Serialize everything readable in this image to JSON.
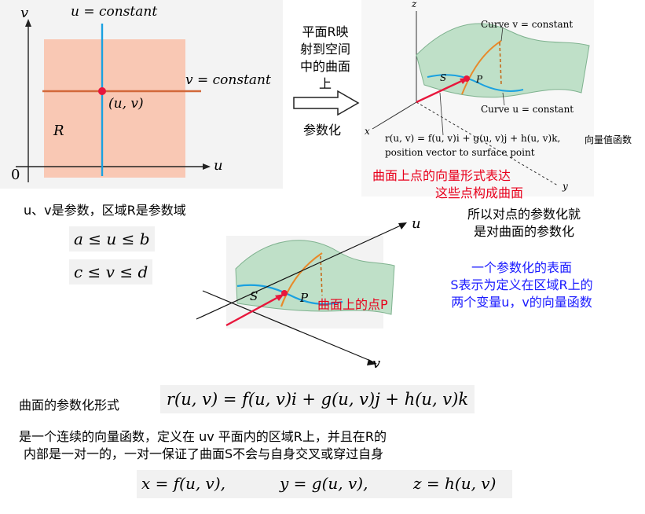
{
  "uv_diagram": {
    "axis_v": "v",
    "axis_u": "u",
    "origin": "0",
    "u_const": "u = constant",
    "v_const": "v = constant",
    "point": "(u, v)",
    "region": "R"
  },
  "mapping": {
    "line1": "平面R映",
    "line2": "射到空间",
    "line3": "中的曲面",
    "line4": "上",
    "label": "参数化"
  },
  "surface_top": {
    "axis_z": "z",
    "axis_x": "x",
    "axis_y": "y",
    "curve_v": "Curve v = constant",
    "curve_u": "Curve u = constant",
    "S": "S",
    "P": "P",
    "vector_eq": "r(u, v) = f(u, v)i + g(u, v)j + h(u, v)k,",
    "vector_note": "向量值函数",
    "position_caption": "position vector to surface point",
    "red_note1": "曲面上点的向量形式表达",
    "red_note2": "这些点构成曲面"
  },
  "param_domain": {
    "text": "u、v是参数，区域R是参数域",
    "ineq_u": "a ≤ u ≤ b",
    "ineq_v": "c ≤ v ≤ d"
  },
  "right_note": {
    "line1": "所以对点的参数化就",
    "line2": "是对曲面的参数化"
  },
  "surface_mid": {
    "S": "S",
    "P": "P",
    "u": "u",
    "v": "v",
    "point_label": "曲面上的点P"
  },
  "blue_note": {
    "line1": "一个参数化的表面",
    "line2": "S表示为定义在区域R上的",
    "line3": "两个变量u，v的向量函数"
  },
  "param_form": {
    "label": "曲面的参数化形式",
    "formula": "r(u, v) = f(u, v)i + g(u, v)j + h(u, v)k",
    "desc1": "是一个连续的向量函数，定义在 uv 平面内的区域R上，并且在R的",
    "desc2": "内部是一对一的，一对一保证了曲面S不会与自身交叉或穿过自身"
  },
  "components": {
    "x": "x = f(u, v),",
    "y": "y = g(u, v),",
    "z": "z = h(u, v)"
  },
  "colors": {
    "region_fill": "#f9c8b4",
    "u_line": "#1aa1e0",
    "v_line": "#d2693a",
    "point": "#e8173c",
    "surface": "#bfe0c8",
    "red_text": "#e8001c",
    "blue_text": "#1a1aff"
  }
}
